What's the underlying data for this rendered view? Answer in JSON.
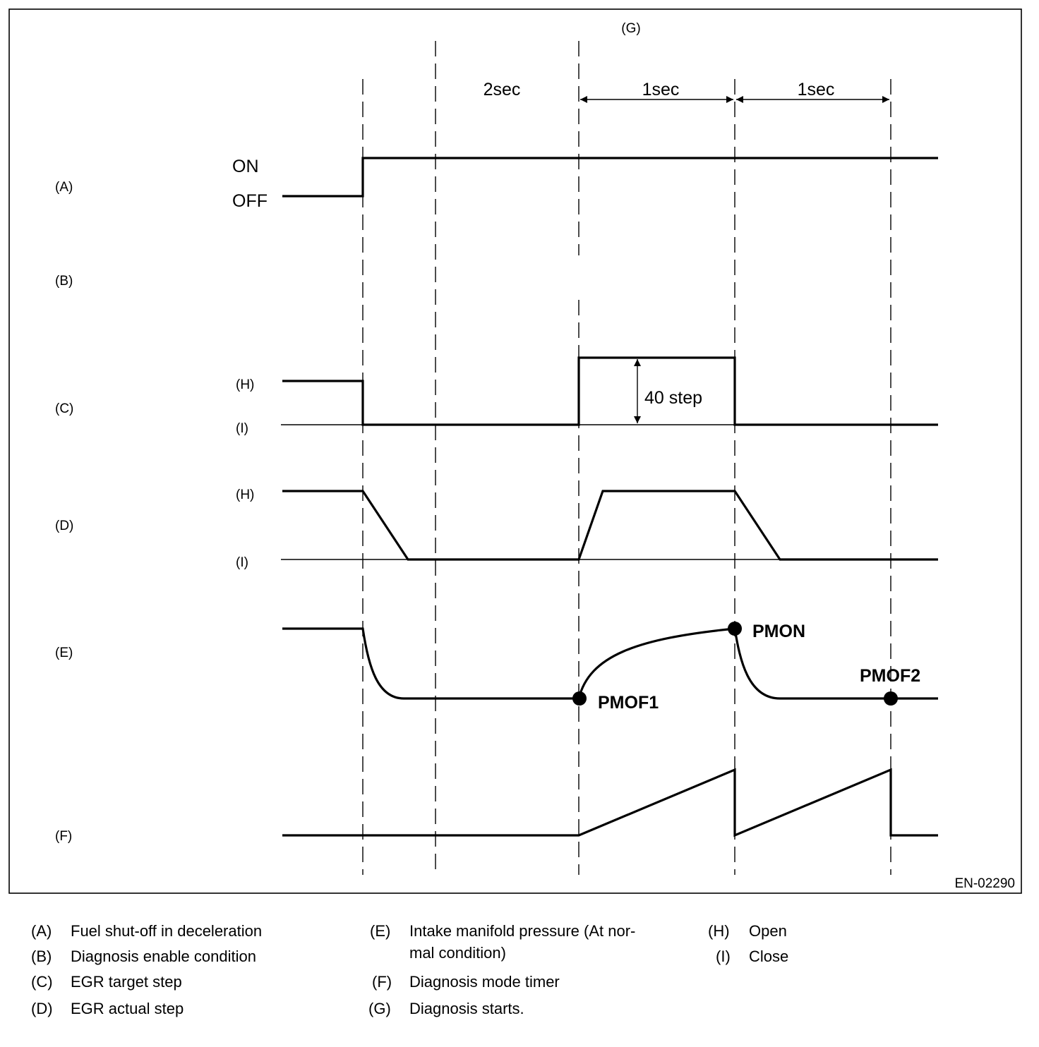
{
  "figure_code": "EN-02290",
  "rows": {
    "a": "(A)",
    "b": "(B)",
    "c": "(C)",
    "d": "(D)",
    "e": "(E)",
    "f": "(F)"
  },
  "top_marker": "(G)",
  "levels": {
    "on": "ON",
    "off": "OFF",
    "open": "(H)",
    "close": "(I)"
  },
  "durations": {
    "two_sec": "2sec",
    "one_sec_first": "1sec",
    "one_sec_second": "1sec"
  },
  "step_label": "40 step",
  "points": {
    "pmof1": "PMOF1",
    "pmon": "PMON",
    "pmof2": "PMOF2"
  },
  "legend": [
    {
      "key": "(A)",
      "text": "Fuel shut-off in deceleration"
    },
    {
      "key": "(B)",
      "text": "Diagnosis enable condition"
    },
    {
      "key": "(C)",
      "text": "EGR target step"
    },
    {
      "key": "(D)",
      "text": "EGR actual step"
    },
    {
      "key": "(E)",
      "text": "Intake manifold pressure (At nor-",
      "text2": "mal condition)"
    },
    {
      "key": "(F)",
      "text": "Diagnosis mode timer"
    },
    {
      "key": "(G)",
      "text": "Diagnosis starts."
    },
    {
      "key": "(H)",
      "text": "Open"
    },
    {
      "key": "(I)",
      "text": "Close"
    }
  ]
}
